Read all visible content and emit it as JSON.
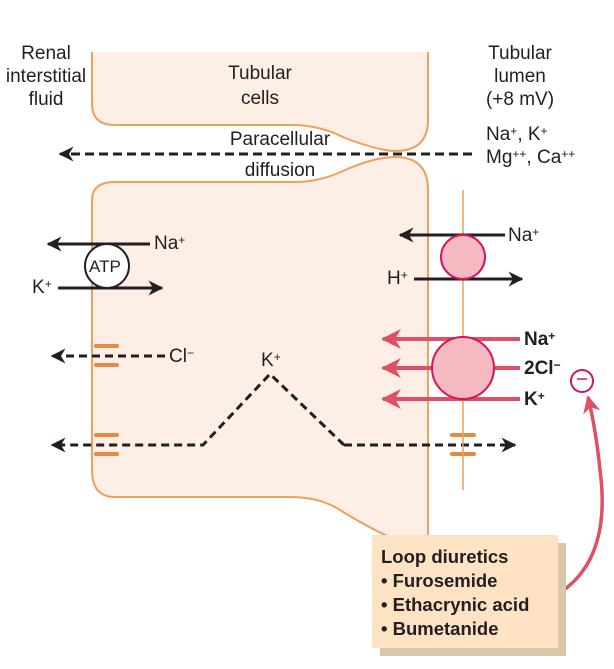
{
  "regions": {
    "interstitial": [
      "Renal",
      "interstitial",
      "fluid"
    ],
    "cells": [
      "Tubular",
      "cells"
    ],
    "lumen": [
      "Tubular",
      "lumen",
      "(+8 mV)"
    ]
  },
  "paracellular": {
    "label_top": "Paracellular",
    "label_bottom": "diffusion",
    "ions_line1": "Na+, K+",
    "ions_line2": "Mg++, Ca++"
  },
  "basolateral": {
    "pump_label": "ATP",
    "pump_out_ion": "Na",
    "pump_out_charge": "+",
    "pump_in_ion": "K",
    "pump_in_charge": "+",
    "cl_channel_ion": "Cl",
    "cl_channel_charge": "−"
  },
  "k_recycling": {
    "ion": "K",
    "charge": "+"
  },
  "apical": {
    "exchanger_in_ion": "Na",
    "exchanger_in_charge": "+",
    "exchanger_out_ion": "H",
    "exchanger_out_charge": "+",
    "cotransporter_ions": [
      {
        "ion": "Na",
        "charge": "+"
      },
      {
        "ion": "2Cl",
        "charge": "−"
      },
      {
        "ion": "K",
        "charge": "+"
      }
    ],
    "inhibition_symbol": "−"
  },
  "drug_box": {
    "title": "Loop diuretics",
    "items": [
      "• Furosemide",
      "• Ethacrynic acid",
      "• Bumetanide"
    ]
  },
  "colors": {
    "cell_fill": "#fdeee6",
    "cell_border": "#eba15f",
    "channel": "#e38b45",
    "transporter_fill": "#f4b9c1",
    "transporter_border": "#d3155a",
    "red_arrow": "#e04f63",
    "box_fill": "#fde3c4"
  }
}
